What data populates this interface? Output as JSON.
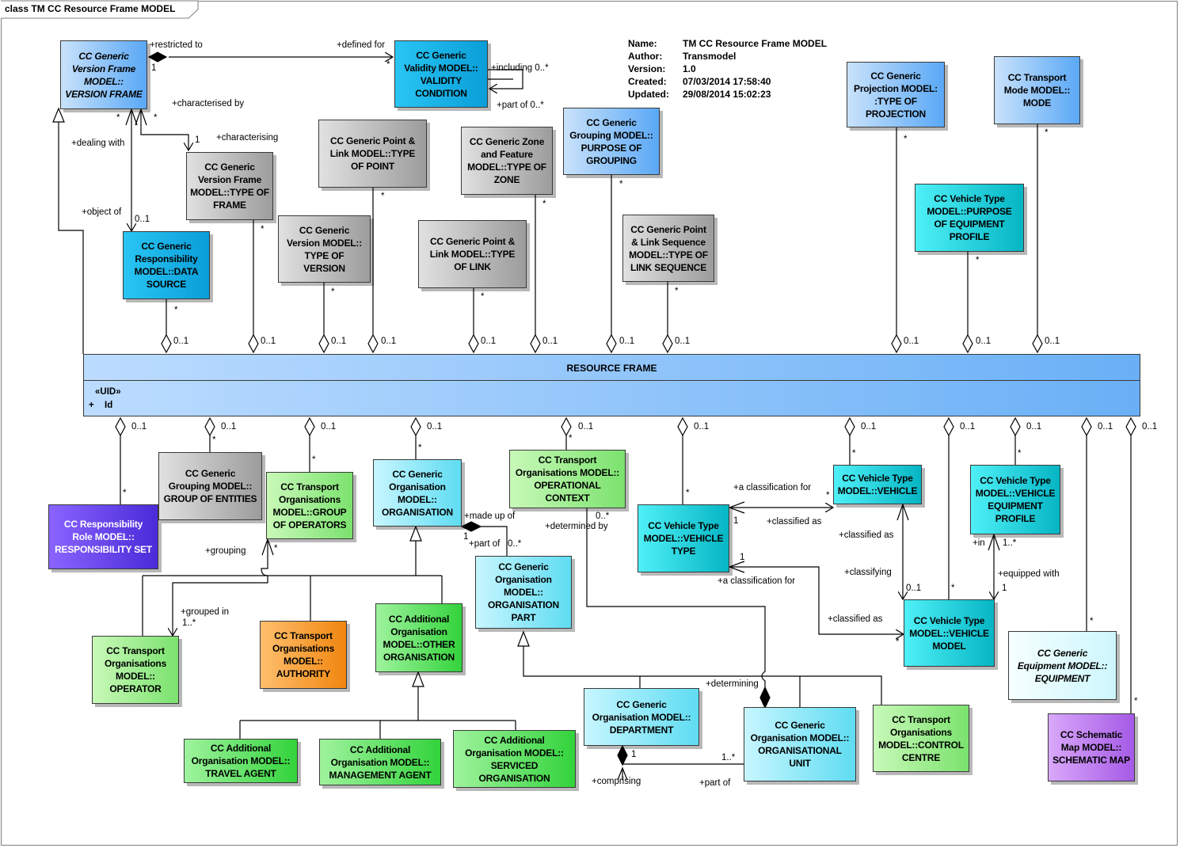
{
  "diagram": {
    "title": "class TM CC Resource Frame MODEL"
  },
  "notes": {
    "name_key": "Name:",
    "name": "TM CC Resource Frame MODEL",
    "author_key": "Author:",
    "author": "Transmodel",
    "version_key": "Version:",
    "version": "1.0",
    "created_key": "Created:",
    "created": "07/03/2014 17:58:40",
    "updated_key": "Updated:",
    "updated": "29/08/2014 15:02:23"
  },
  "resource_frame": {
    "name": "RESOURCE FRAME",
    "stereotype": "«UID»",
    "visibility": "+",
    "attribute": "Id"
  },
  "boxes": {
    "version_frame": "CC Generic\nVersion Frame\nMODEL::\nVERSION FRAME",
    "validity_condition": "CC Generic\nValidity MODEL::\nVALIDITY\nCONDITION",
    "type_of_frame": "CC Generic\nVersion Frame\nMODEL::TYPE OF\nFRAME",
    "data_source": "CC Generic\nResponsibility\nMODEL::DATA\nSOURCE",
    "type_of_version": "CC Generic\nVersion MODEL::\nTYPE OF\nVERSION",
    "type_of_point": "CC Generic Point &\nLink MODEL::TYPE\nOF POINT",
    "type_of_link": "CC Generic Point &\nLink MODEL::TYPE\nOF LINK",
    "type_of_zone": "CC Generic Zone\nand Feature\nMODEL::TYPE OF\nZONE",
    "purpose_of_grouping": "CC Generic\nGrouping MODEL::\nPURPOSE OF\nGROUPING",
    "type_of_link_sequence": "CC Generic Point\n& Link Sequence\nMODEL::TYPE OF\nLINK SEQUENCE",
    "type_of_projection": "CC Generic\nProjection MODEL:\n:TYPE OF\nPROJECTION",
    "mode": "CC Transport\nMode MODEL::\nMODE",
    "purpose_of_equipment_profile": "CC Vehicle Type\nMODEL::PURPOSE\nOF EQUIPMENT\nPROFILE",
    "responsibility_set": "CC Responsibility\nRole MODEL::\nRESPONSIBILITY SET",
    "group_of_entities": "CC Generic\nGrouping MODEL::\nGROUP OF ENTITIES",
    "group_of_operators": "CC Transport\nOrganisations\nMODEL::GROUP\nOF OPERATORS",
    "organisation": "CC Generic\nOrganisation\nMODEL::\nORGANISATION",
    "operational_context": "CC Transport\nOrganisations MODEL::\nOPERATIONAL\nCONTEXT",
    "vehicle_type": "CC Vehicle Type\nMODEL::VEHICLE\nTYPE",
    "vehicle": "CC Vehicle Type\nMODEL::VEHICLE",
    "vehicle_equipment_profile": "CC Vehicle Type\nMODEL::VEHICLE\nEQUIPMENT\nPROFILE",
    "organisation_part": "CC Generic\nOrganisation\nMODEL::\nORGANISATION\nPART",
    "vehicle_model": "CC Vehicle Type\nMODEL::VEHICLE\nMODEL",
    "operator": "CC Transport\nOrganisations\nMODEL::\nOPERATOR",
    "authority": "CC Transport\nOrganisations\nMODEL::\nAUTHORITY",
    "other_organisation": "CC Additional\nOrganisation\nMODEL::OTHER\nORGANISATION",
    "equipment": "CC Generic\nEquipment MODEL::\nEQUIPMENT",
    "department": "CC Generic\nOrganisation MODEL::\nDEPARTMENT",
    "organisational_unit": "CC Generic\nOrganisation MODEL::\nORGANISATIONAL\nUNIT",
    "control_centre": "CC Transport\nOrganisations\nMODEL::CONTROL\nCENTRE",
    "schematic_map": "CC Schematic\nMap MODEL::\nSCHEMATIC MAP",
    "travel_agent": "CC Additional\nOrganisation MODEL::\nTRAVEL AGENT",
    "management_agent": "CC Additional\nOrganisation MODEL::\nMANAGEMENT AGENT",
    "serviced_organisation": "CC Additional\nOrganisation MODEL::\nSERVICED\nORGANISATION"
  },
  "labels": {
    "restricted_to": "+restricted to",
    "defined_for": "+defined for",
    "including": "+including 0..*",
    "part_of_star": "+part of 0..*",
    "characterised_by": "+characterised by",
    "characterising": "+characterising",
    "dealing_with": "+dealing with",
    "object_of": "+object of",
    "a_classification_for": "+a classification\nfor",
    "a_classification_for_2": "+a classification\nfor",
    "classified_as": "+classified as",
    "classified_as_2": "+classified as",
    "classified_as_3": "+classified as",
    "classifying": "+classifying",
    "made_up_of": "+made up of",
    "part_of_org": "+part of",
    "determined_by": "+determined by",
    "determining": "+determining",
    "grouping": "+grouping",
    "grouped_in": "+grouped in",
    "in": "+in",
    "equipped_with": "+equipped with",
    "comprising": "+comprising",
    "part_of_unit": "+part of",
    "one": "1",
    "star": "*",
    "zero_one": "0..1",
    "zero_star": "0..*",
    "one_star": "1..*"
  }
}
